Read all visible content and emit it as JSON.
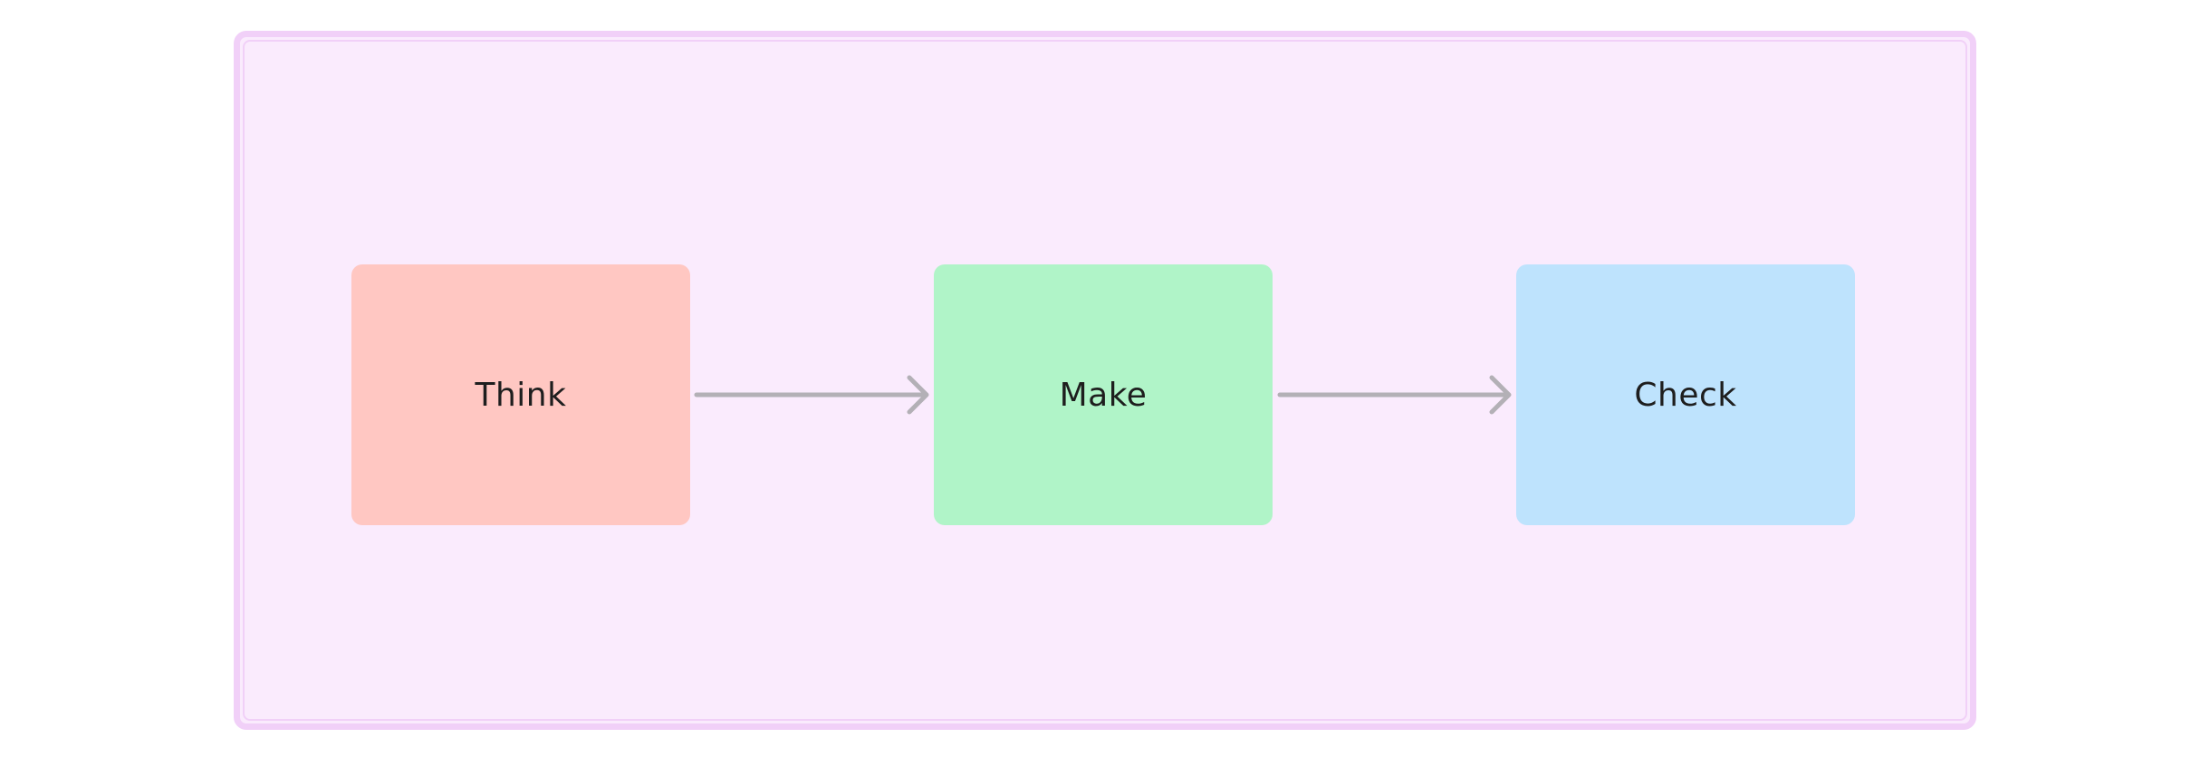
{
  "diagram": {
    "type": "flowchart",
    "direction": "left-to-right",
    "container": {
      "border_color": "#f1d0f8",
      "fill_color": "#faebfd"
    },
    "nodes": [
      {
        "id": "think",
        "label": "Think",
        "color": "#ffc7c2"
      },
      {
        "id": "make",
        "label": "Make",
        "color": "#b0f4c8"
      },
      {
        "id": "check",
        "label": "Check",
        "color": "#bee3fd"
      }
    ],
    "edges": [
      {
        "from": "think",
        "to": "make",
        "color": "#b3b0b6",
        "arrowhead": "open"
      },
      {
        "from": "make",
        "to": "check",
        "color": "#b3b0b6",
        "arrowhead": "open"
      }
    ]
  }
}
